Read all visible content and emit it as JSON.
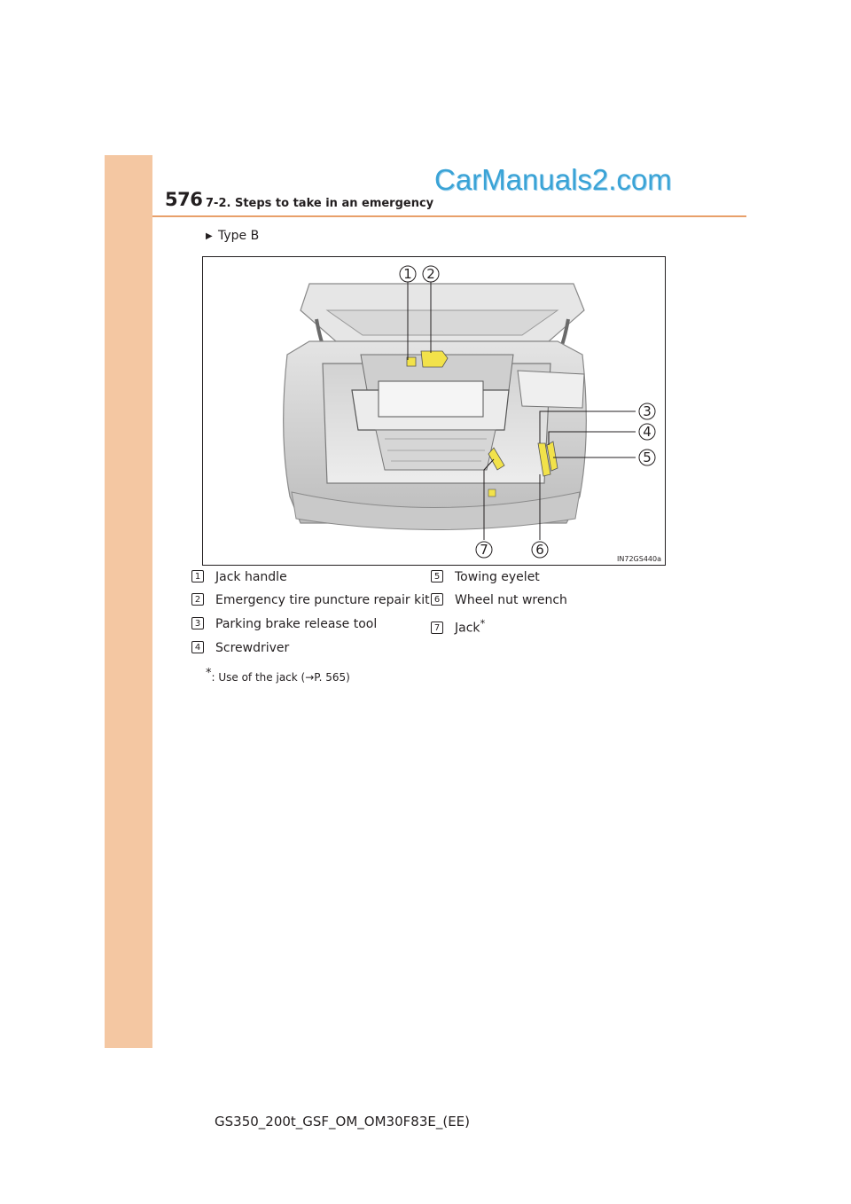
{
  "header": {
    "page_number": "576",
    "section_title": "7-2. Steps to take in an emergency",
    "watermark": "CarManuals2.com"
  },
  "type_label": "Type B",
  "figure": {
    "code": "IN72GS440a",
    "callouts": [
      "1",
      "2",
      "3",
      "4",
      "5",
      "6",
      "7"
    ]
  },
  "legend": [
    {
      "num": "1",
      "text": "Jack handle"
    },
    {
      "num": "2",
      "text": "Emergency tire puncture repair kit"
    },
    {
      "num": "3",
      "text": "Parking brake release tool"
    },
    {
      "num": "4",
      "text": "Screwdriver"
    },
    {
      "num": "5",
      "text": "Towing eyelet"
    },
    {
      "num": "6",
      "text": "Wheel nut wrench"
    },
    {
      "num": "7",
      "text": "Jack"
    }
  ],
  "legend_jack_marker": "*",
  "footnote": {
    "marker": "*",
    "text": ":  Use of the jack (→P. 565)"
  },
  "footer": "GS350_200t_GSF_OM_OM30F83E_(EE)",
  "colors": {
    "sidebar": "#f4c7a2",
    "header_rule": "#e8a06a",
    "tool_highlight": "#f2e24a"
  }
}
